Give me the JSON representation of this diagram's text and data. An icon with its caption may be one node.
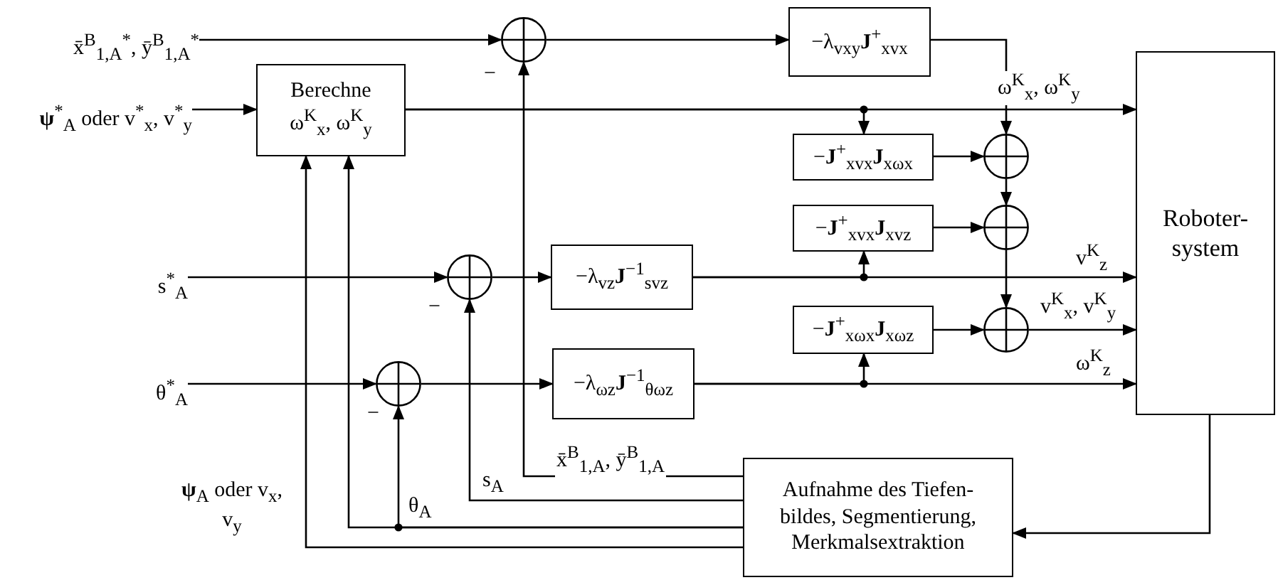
{
  "diagram": {
    "nodes": [
      {
        "text": [
          "x̄$^{B}$$_{1,A}$$^{*}$, ȳ$^{B}$$_{1,A}$$^{*}$"
        ]
      },
      {
        "text": [
          "**ψ**$^{*}$$_{A}$ oder v$^{*}$$_{x}$, v$^{*}$$_{y}$"
        ]
      },
      {
        "text": [
          "Berechne",
          "ω$^{K}$$_{x}$, ω$^{K}$$_{y}$"
        ]
      },
      {
        "text": [],
        "shape": "circle"
      },
      {
        "text": [
          "−λ$_{vxy}$**J**$^{+}$$_{xvx}$"
        ]
      },
      {
        "text": [
          "−**J**$^{+}$$_{xvx}$**J**$_{xωx}$"
        ]
      },
      {
        "text": [],
        "shape": "circle"
      },
      {
        "text": [
          "−**J**$^{+}$$_{xvx}$**J**$_{xvz}$"
        ]
      },
      {
        "text": [],
        "shape": "circle"
      },
      {
        "text": [
          "s$^{*}$$_{A}$"
        ]
      },
      {
        "text": [],
        "shape": "circle"
      },
      {
        "text": [
          "−λ$_{vz}$**J**$^{−1}$$_{svz}$"
        ]
      },
      {
        "text": [
          "−**J**$^{+}$$_{xωx}$**J**$_{xωz}$"
        ]
      },
      {
        "text": [],
        "shape": "circle"
      },
      {
        "text": [
          "θ$^{*}$$_{A}$"
        ]
      },
      {
        "text": [],
        "shape": "circle"
      },
      {
        "text": [
          "−λ$_{ωz}$**J**$^{−1}$$_{θωz}$"
        ]
      },
      {
        "text": [
          "Roboter-system"
        ]
      },
      {
        "text": [
          "Aufnahme des Tiefen-bildes, Segmentierung, Merkmalsextraktion"
        ]
      }
    ],
    "edges": [
      {
        "from": 0,
        "to": 3,
        "arrow": "to"
      },
      {
        "from": 3,
        "to": 4,
        "arrow": "to"
      },
      {
        "from": 4,
        "to": 6,
        "arrow": "to"
      },
      {
        "from": 1,
        "to": 2,
        "arrow": "to"
      },
      {
        "from": 2,
        "to": 17,
        "arrow": "to",
        "label": "ω$^{K}$$_{x}$, ω$^{K}$$_{y}$"
      },
      {
        "from": 2,
        "to": 5,
        "arrow": "to"
      },
      {
        "from": 5,
        "to": 6,
        "arrow": "to"
      },
      {
        "from": 6,
        "to": 8,
        "arrow": "to"
      },
      {
        "from": 7,
        "to": 8,
        "arrow": "to"
      },
      {
        "from": 8,
        "to": 13,
        "arrow": "to"
      },
      {
        "from": 12,
        "to": 13,
        "arrow": "to"
      },
      {
        "from": 13,
        "to": 17,
        "arrow": "to",
        "label": "v$^{K}$$_{x}$, v$^{K}$$_{y}$"
      },
      {
        "from": 9,
        "to": 10,
        "arrow": "to"
      },
      {
        "from": 10,
        "to": 11,
        "arrow": "to"
      },
      {
        "from": 11,
        "to": 17,
        "arrow": "to",
        "label": "v$^{K}$$_{z}$"
      },
      {
        "from": 11,
        "to": 7,
        "arrow": "to"
      },
      {
        "from": 14,
        "to": 15,
        "arrow": "to"
      },
      {
        "from": 15,
        "to": 16,
        "arrow": "to"
      },
      {
        "from": 16,
        "to": 17,
        "arrow": "to",
        "label": "ω$^{K}$$_{z}$"
      },
      {
        "from": 16,
        "to": 12,
        "arrow": "to"
      },
      {
        "from": 17,
        "to": 18,
        "arrow": "to"
      },
      {
        "from": 18,
        "to": 3,
        "arrow": "to",
        "label": "x̄$^{B}$$_{1,A}$, ȳ$^{B}$$_{1,A}$"
      },
      {
        "from": 18,
        "to": 10,
        "arrow": "to",
        "label": "s$_{A}$"
      },
      {
        "from": 18,
        "to": 15,
        "arrow": "to",
        "label": "θ$_{A}$"
      },
      {
        "from": 18,
        "to": 2,
        "arrow": "to"
      },
      {
        "from": 18,
        "to": 2,
        "arrow": "to",
        "label": "**ψ**$_{A}$ oder v$_{x}$, v$_{y}$"
      }
    ],
    "labels": [
      "−",
      "−",
      "−"
    ]
  }
}
